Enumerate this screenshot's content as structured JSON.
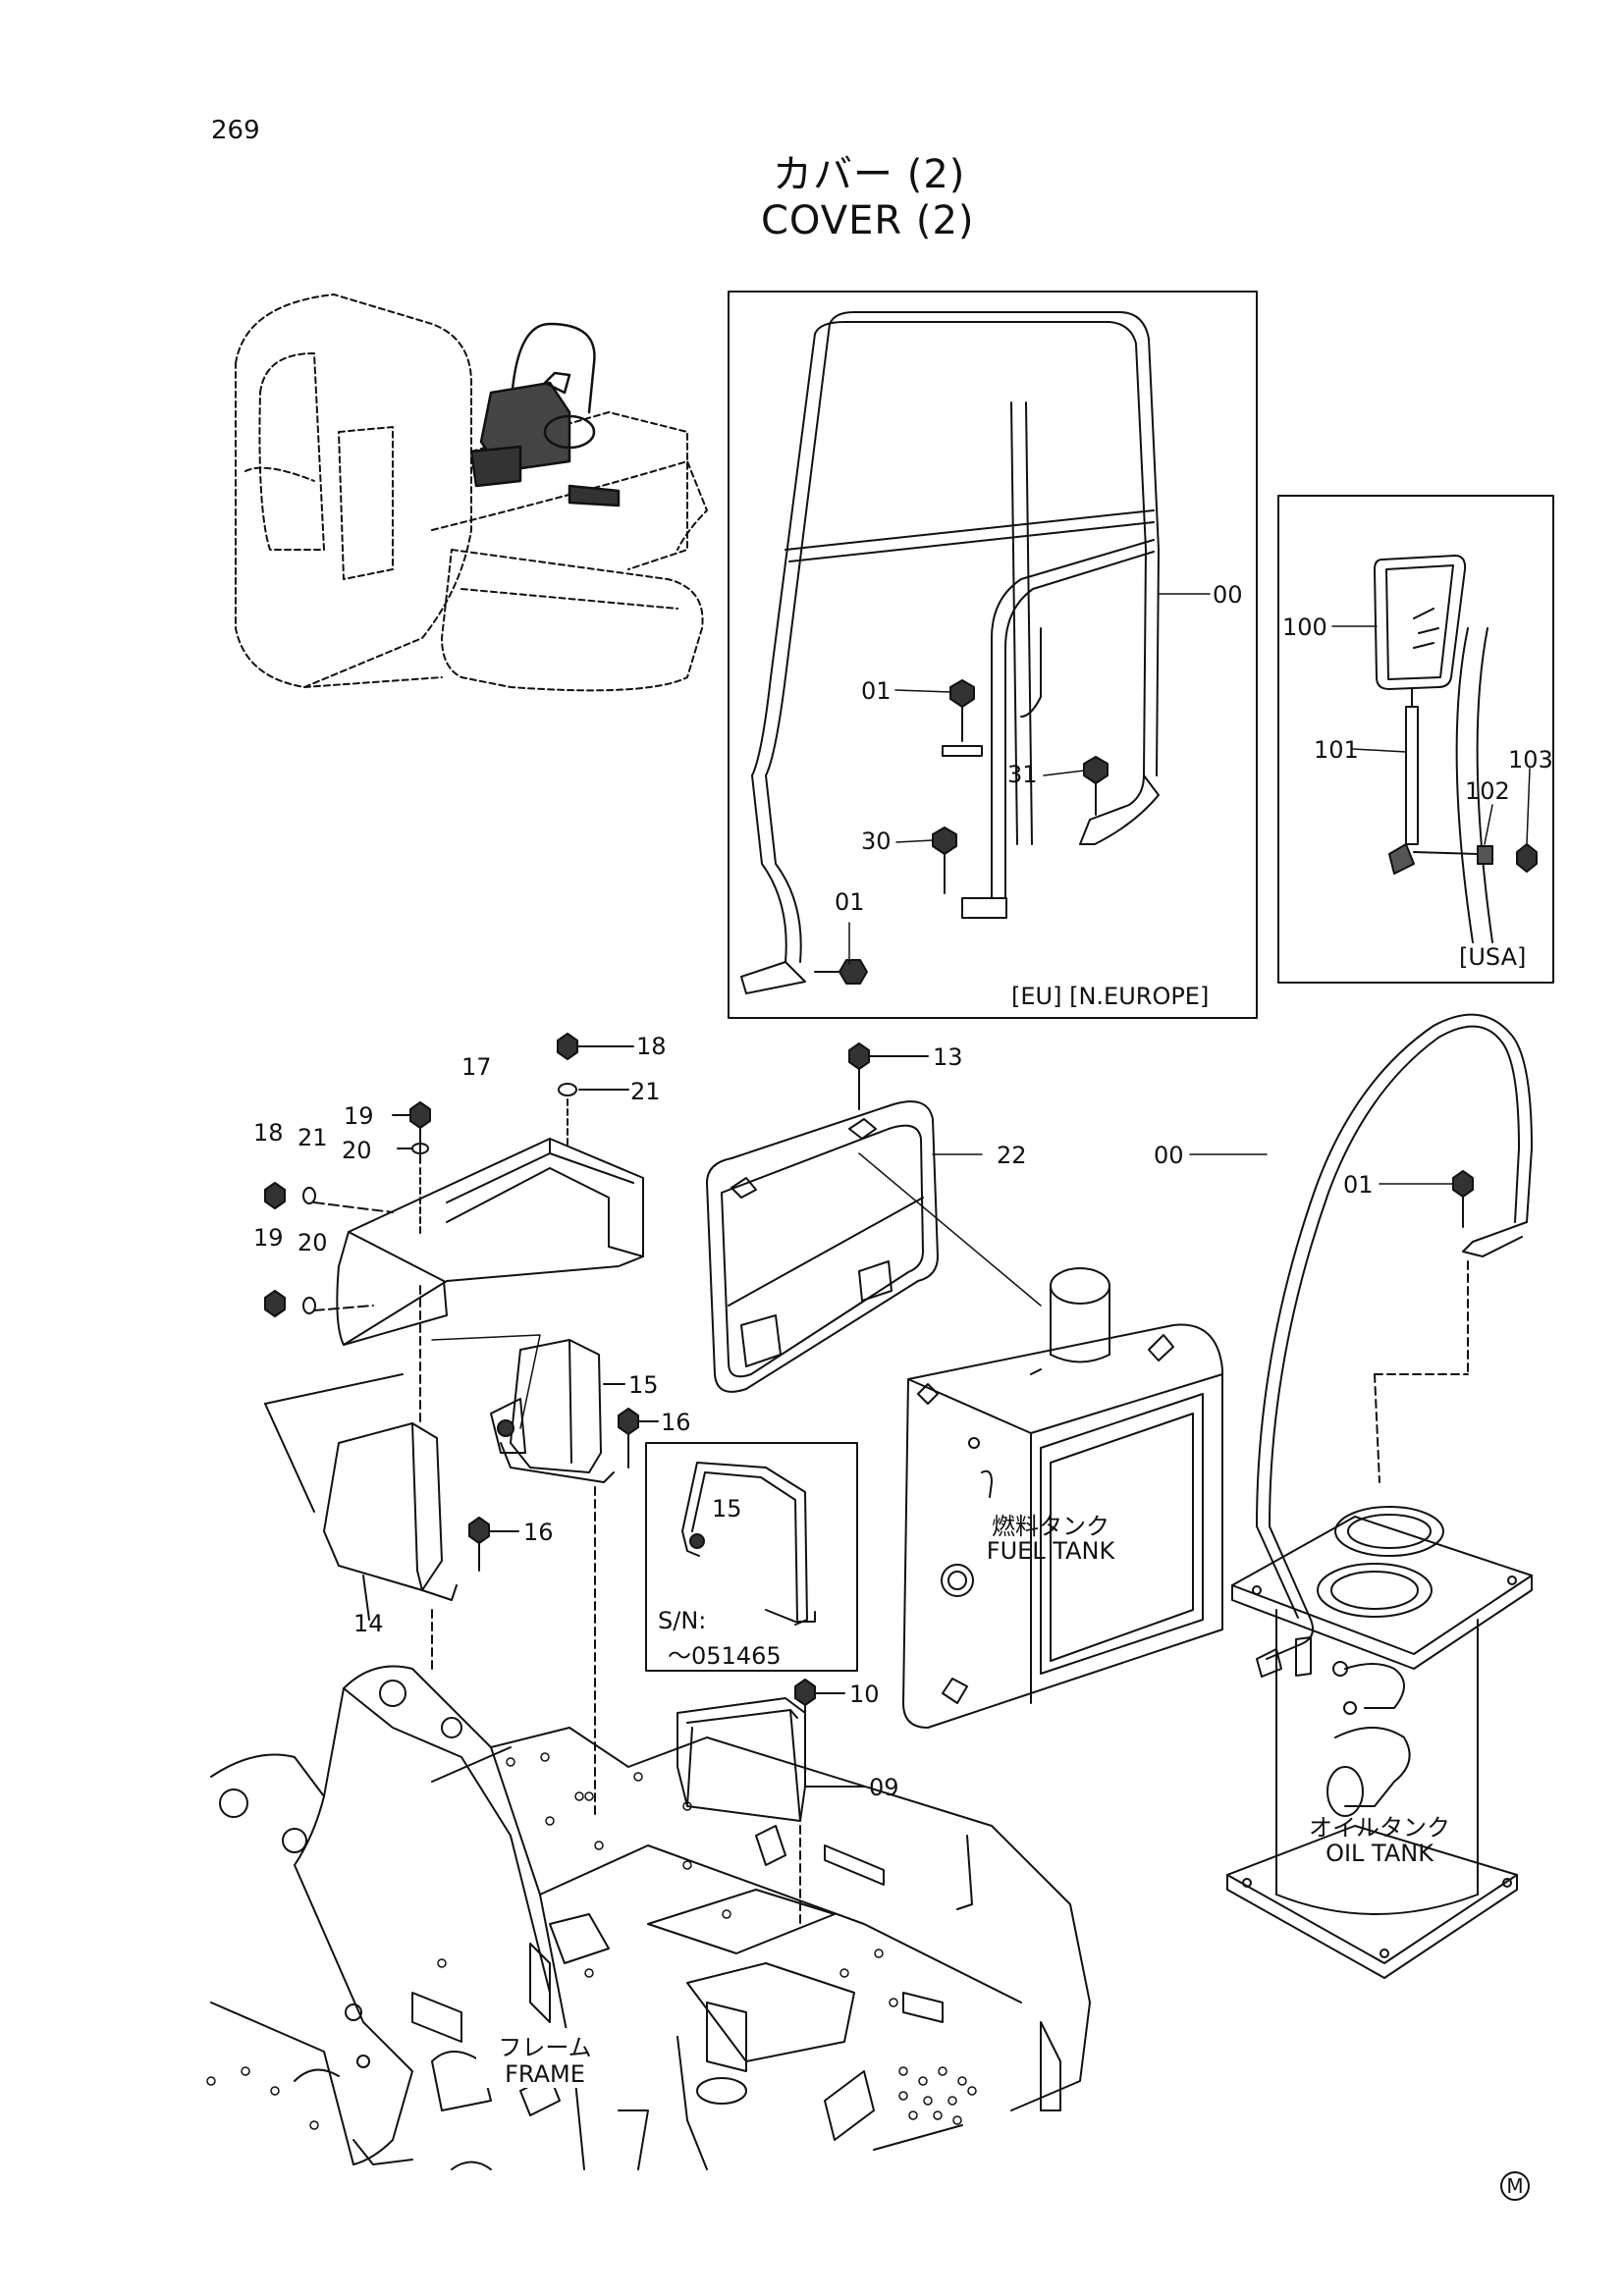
{
  "page_number": "269",
  "title_ja": "カバー (2)",
  "title_en": "COVER (2)",
  "callouts": {
    "c00_top": "00",
    "c01_top": "01",
    "c31": "31",
    "c30": "30",
    "c01_low": "01",
    "c100": "100",
    "c101": "101",
    "c102": "102",
    "c103": "103",
    "c18_top": "18",
    "c21_top": "21",
    "c17": "17",
    "c19_a": "19",
    "c20_a": "20",
    "c18_left": "18",
    "c21_left": "21",
    "c19_left": "19",
    "c20_left": "20",
    "c13": "13",
    "c22": "22",
    "c00_right": "00",
    "c01_right": "01",
    "c15_a": "15",
    "c16_a": "16",
    "c15_inset": "15",
    "c16_b": "16",
    "c14": "14",
    "c10": "10",
    "c09": "09"
  },
  "regions": {
    "eu_box": "[EU]  [N.EUROPE]",
    "usa_box": "[USA]",
    "sn_label": "S/N:",
    "sn_range": "～051465"
  },
  "labels": {
    "fuel_tank_ja": "燃料タンク",
    "fuel_tank_en": "FUEL TANK",
    "oil_tank_ja": "オイルタンク",
    "oil_tank_en": "OIL TANK",
    "frame_ja": "フレーム",
    "frame_en": "FRAME"
  },
  "mark": "M"
}
